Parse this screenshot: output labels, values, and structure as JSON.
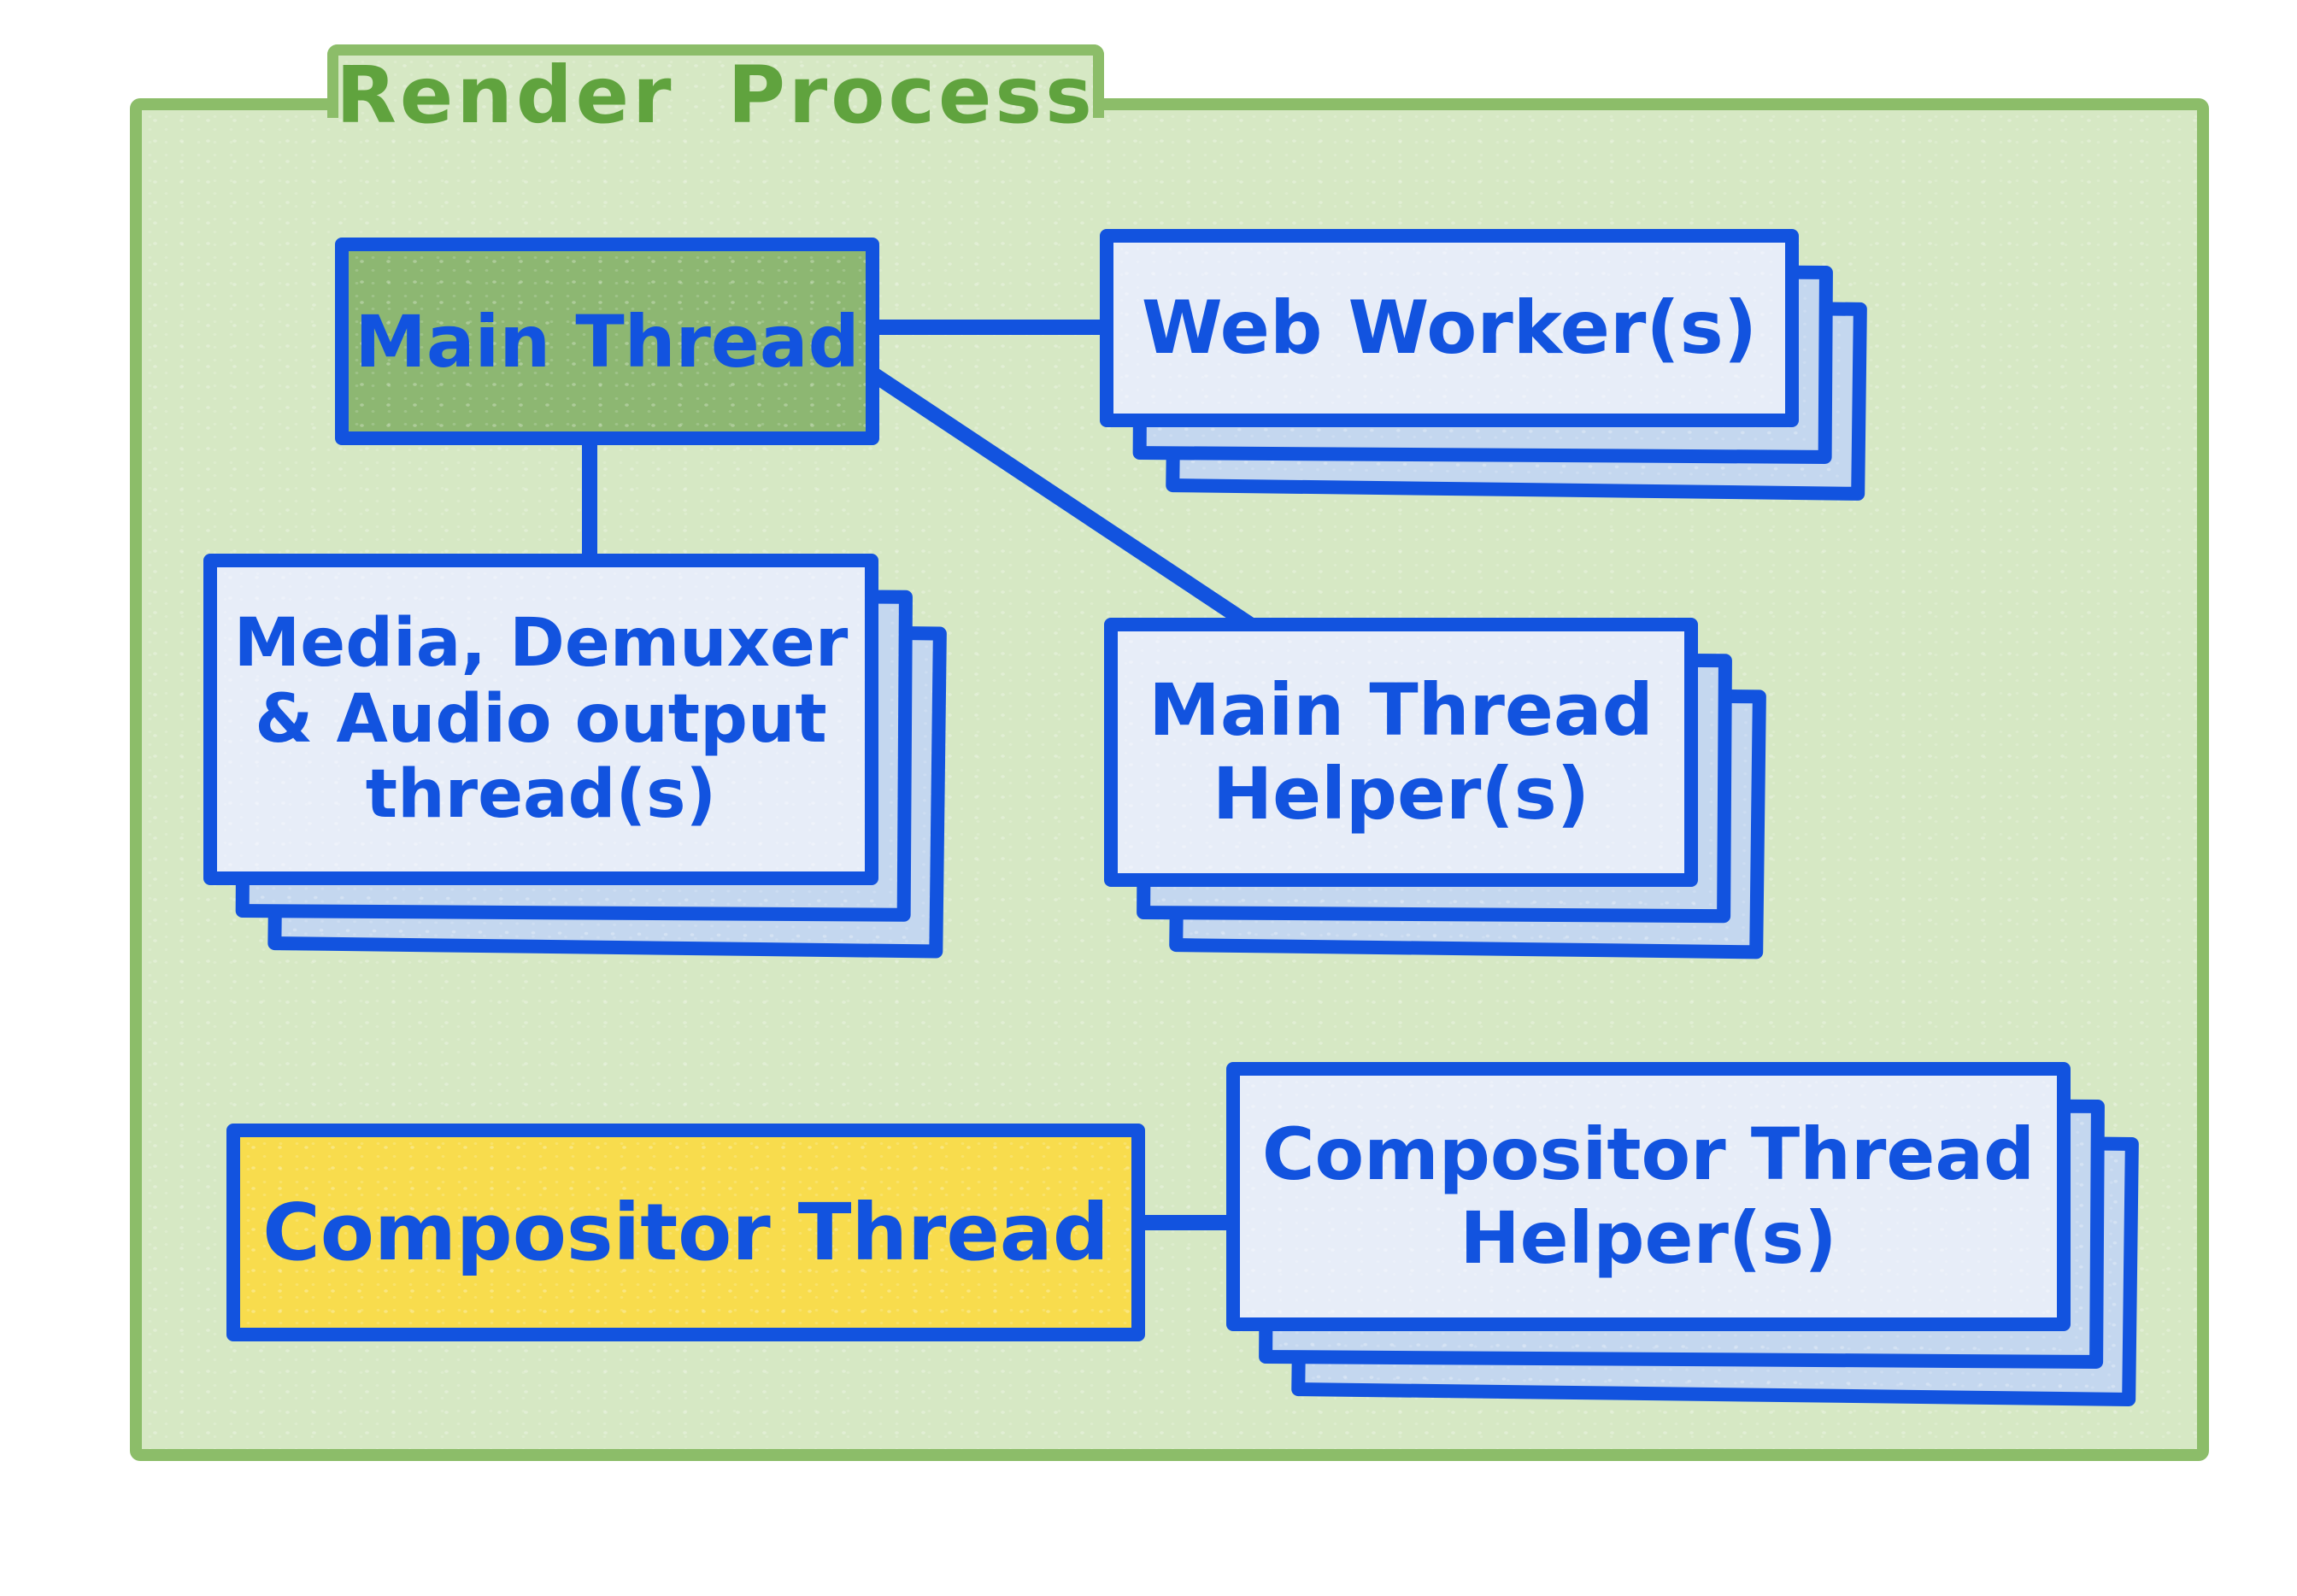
{
  "diagram": {
    "title": "Render Process",
    "nodes": {
      "main_thread": {
        "label": "Main Thread"
      },
      "web_workers": {
        "label": "Web Worker(s)"
      },
      "media_threads": {
        "lines": [
          "Media, Demuxer",
          "& Audio output",
          "thread(s)"
        ]
      },
      "main_thread_helpers": {
        "lines": [
          "Main Thread",
          "Helper(s)"
        ]
      },
      "compositor_thread": {
        "label": "Compositor Thread"
      },
      "compositor_thread_helpers": {
        "lines": [
          "Compositor Thread",
          "Helper(s)"
        ]
      }
    },
    "colors": {
      "page_bg": "#ffffff",
      "container_fill": "#d6e8c4",
      "container_border": "#8cbd69",
      "title_text": "#60a33e",
      "node_border": "#1253df",
      "node_text": "#1253df",
      "front_card_fill": "#e7edf8",
      "back_card_fill": "#c4d7ef",
      "main_thread_fill": "#8db772",
      "compositor_fill": "#f8dc4d"
    }
  }
}
